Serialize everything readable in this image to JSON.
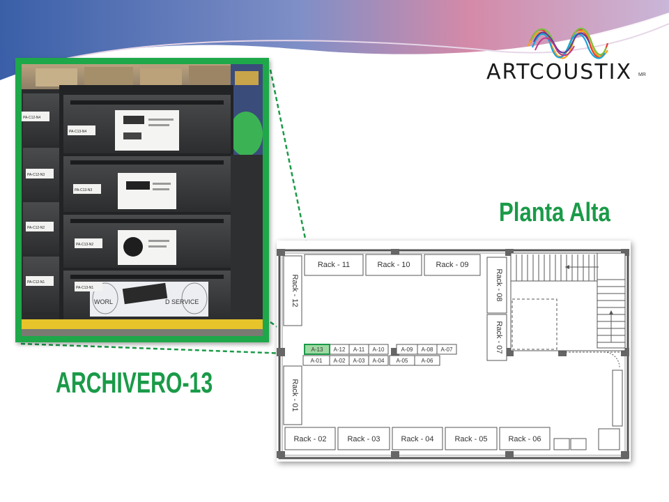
{
  "brand": {
    "name": "ARTCOUSTIX",
    "mark": "MR",
    "colors": [
      "#e63a2e",
      "#f2a31c",
      "#7cc242",
      "#1aa5d8",
      "#5b3a9a",
      "#c03a8a"
    ]
  },
  "titles": {
    "floor": "Planta Alta",
    "cabinet": "ARCHIVERO-13"
  },
  "accent_color": "#1a9a48",
  "photo": {
    "tags": [
      "PA-C12-N4",
      "PA-C13-N4",
      "PA-C12-N3",
      "PA-C13-N3",
      "PA-C12-N2",
      "PA-C13-N2",
      "PA-C12-N1",
      "PA-C13-N1"
    ],
    "poster_text_left": "WORL",
    "poster_text_right": "D SERVICE"
  },
  "plan": {
    "racks_top": [
      "Rack - 11",
      "Rack - 10",
      "Rack - 09"
    ],
    "racks_bottom": [
      "Rack - 02",
      "Rack - 03",
      "Rack - 04",
      "Rack - 05",
      "Rack - 06"
    ],
    "racks_side": [
      "Rack - 12",
      "Rack - 01",
      "Rack - 08",
      "Rack - 07"
    ],
    "cabinets_top": [
      "A-13",
      "A-12",
      "A-11",
      "A-10",
      "A-09",
      "A-08",
      "A-07"
    ],
    "cabinets_bottom": [
      "A-01",
      "A-02",
      "A-03",
      "A-04",
      "A-05",
      "A-06"
    ],
    "highlighted": "A-13"
  }
}
